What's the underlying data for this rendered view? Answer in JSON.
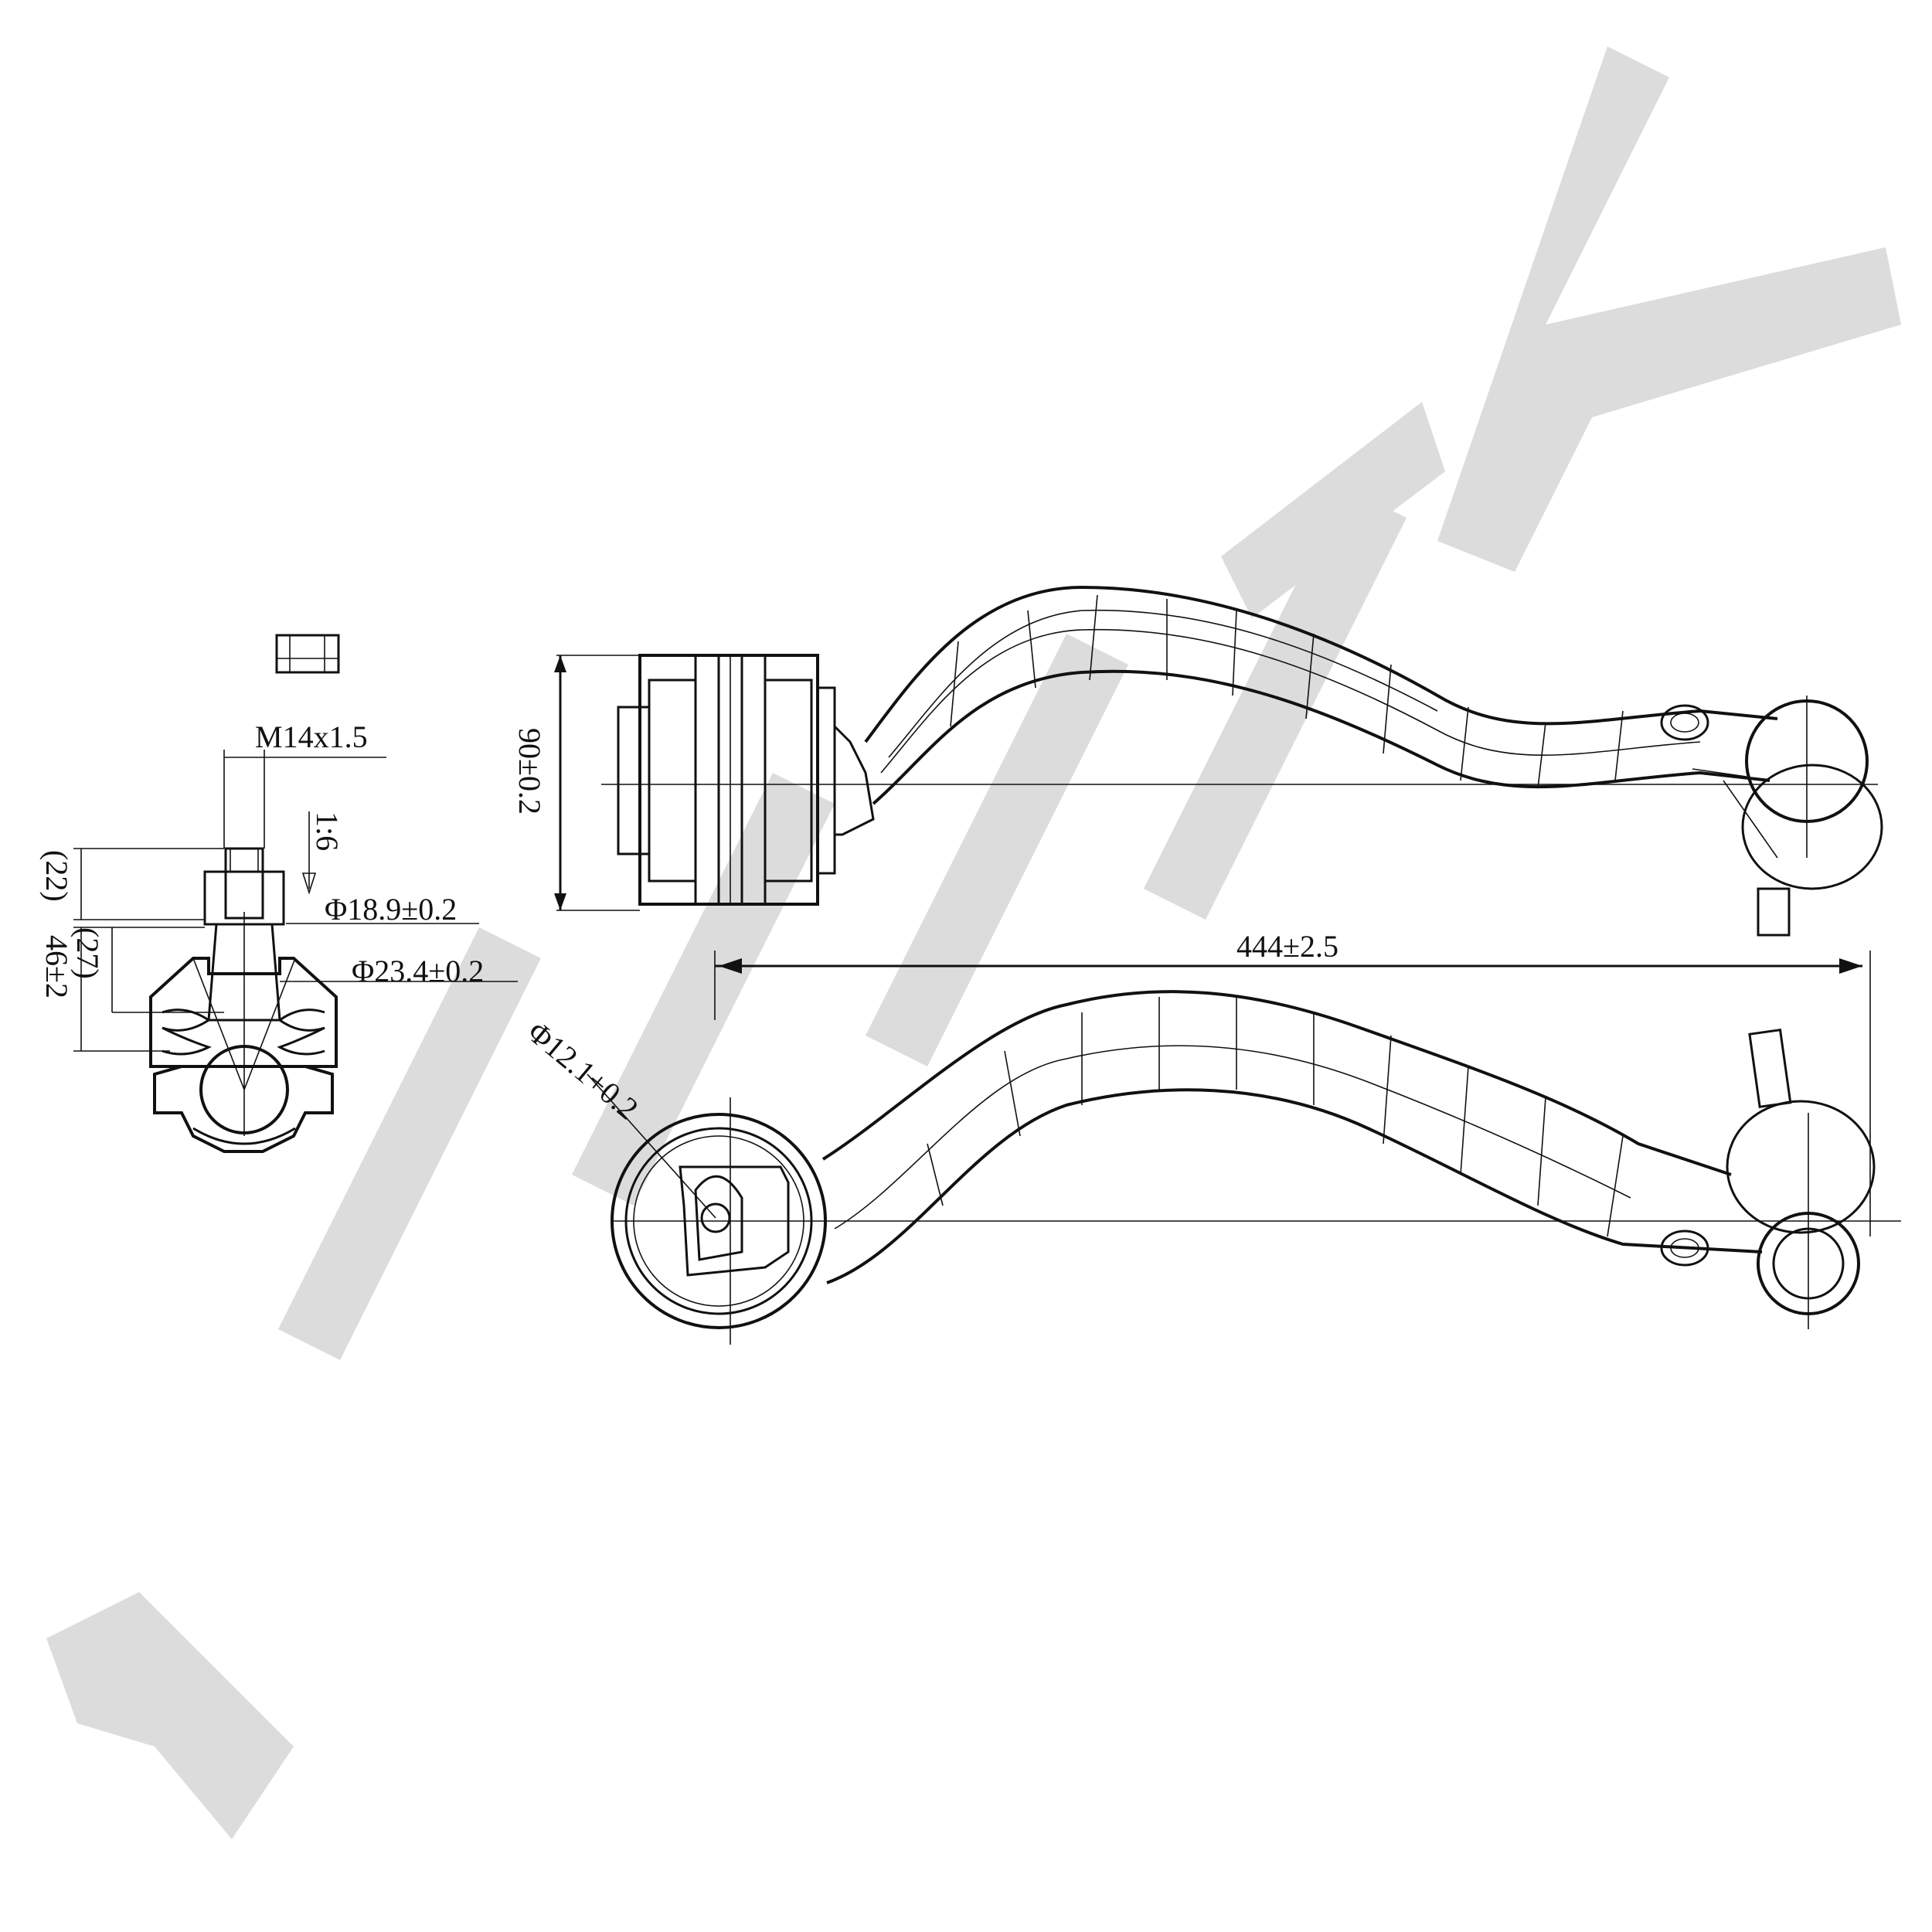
{
  "watermark": {
    "text": "ZENNEK",
    "color": "#dcdcdc"
  },
  "dimensions": {
    "thread": "M14x1.5",
    "taper": "1:6",
    "height_22": "(22)",
    "height_27": "(27)",
    "height_46": "46±2",
    "dia_18_9": "Φ18.9±0.2",
    "dia_23_4": "Φ23.4±0.2",
    "bushing_90": "90±0.2",
    "length_444": "444±2.5",
    "hole_12_1": "Φ12.1+0.2"
  },
  "line_color": "#111111"
}
